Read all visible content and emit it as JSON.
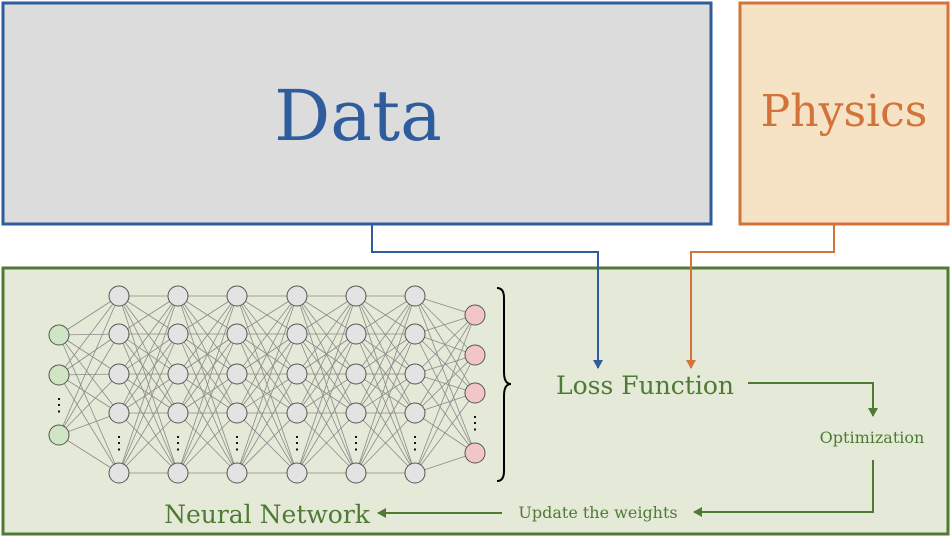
{
  "data_box": {
    "label": "Data",
    "color": "#2e5c9c",
    "fill": "#dcdcdc"
  },
  "physics_box": {
    "label": "Physics",
    "color": "#d2743a",
    "fill": "#f6e3c6"
  },
  "nn_box": {
    "color": "#4f7a34",
    "fill": "#e5ead8"
  },
  "loss_function": "Loss Function",
  "optimization": "Optimization",
  "update_weights": "Update the weights",
  "neural_network": "Neural Network",
  "network": {
    "input_color": "#cfe5c4",
    "hidden_color": "#e3e3e3",
    "output_color": "#f2c6c6",
    "edge_color": "#8a8a8a",
    "ellipsis": "⋮"
  }
}
